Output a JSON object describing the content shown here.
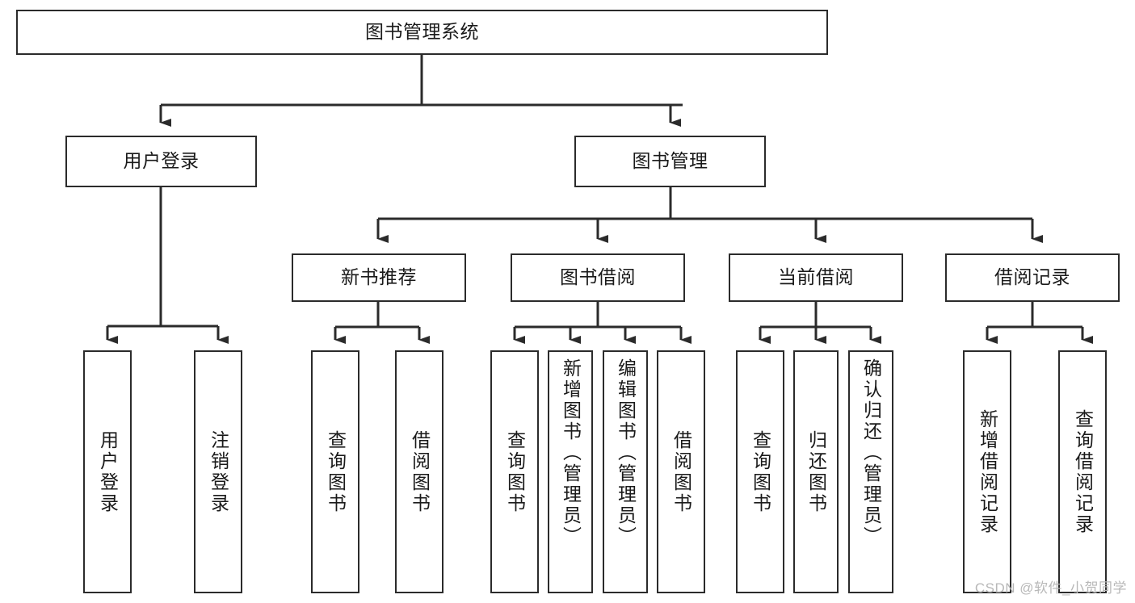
{
  "diagram": {
    "title": "图书管理系统",
    "type": "tree",
    "watermark": "CSDN @软件_小贺同学",
    "colors": {
      "node_border": "#2b2b2b",
      "node_fill": "#ffffff",
      "edge": "#2b2b2b",
      "text": "#1a1a1a",
      "watermark": "#b8b8b8",
      "background": "#ffffff"
    },
    "nodes": {
      "root": {
        "label": "图书管理系统"
      },
      "level2": [
        {
          "id": "user_login",
          "label": "用户登录"
        },
        {
          "id": "book_manage",
          "label": "图书管理"
        }
      ],
      "level3": [
        {
          "id": "new_book_rec",
          "label": "新书推荐"
        },
        {
          "id": "book_borrow",
          "label": "图书借阅"
        },
        {
          "id": "current_borrow",
          "label": "当前借阅"
        },
        {
          "id": "borrow_record",
          "label": "借阅记录"
        }
      ],
      "leaves": [
        {
          "id": "leaf_user_login",
          "label": "用户登录",
          "parent": "user_login"
        },
        {
          "id": "leaf_logout",
          "label": "注销登录",
          "parent": "user_login"
        },
        {
          "id": "leaf_query_book_1",
          "label": "查询图书",
          "parent": "new_book_rec"
        },
        {
          "id": "leaf_borrow_book_1",
          "label": "借阅图书",
          "parent": "new_book_rec"
        },
        {
          "id": "leaf_query_book_2",
          "label": "查询图书",
          "parent": "book_borrow"
        },
        {
          "id": "leaf_add_book",
          "label": "新增图书（管理员）",
          "parent": "book_borrow"
        },
        {
          "id": "leaf_edit_book",
          "label": "编辑图书（管理员）",
          "parent": "book_borrow"
        },
        {
          "id": "leaf_borrow_book_2",
          "label": "借阅图书",
          "parent": "book_borrow"
        },
        {
          "id": "leaf_query_book_3",
          "label": "查询图书",
          "parent": "current_borrow"
        },
        {
          "id": "leaf_return_book",
          "label": "归还图书",
          "parent": "current_borrow"
        },
        {
          "id": "leaf_confirm_return",
          "label": "确认归还（管理员）",
          "parent": "current_borrow"
        },
        {
          "id": "leaf_add_record",
          "label": "新增借阅记录",
          "parent": "borrow_record"
        },
        {
          "id": "leaf_query_record",
          "label": "查询借阅记录",
          "parent": "borrow_record"
        }
      ]
    }
  }
}
